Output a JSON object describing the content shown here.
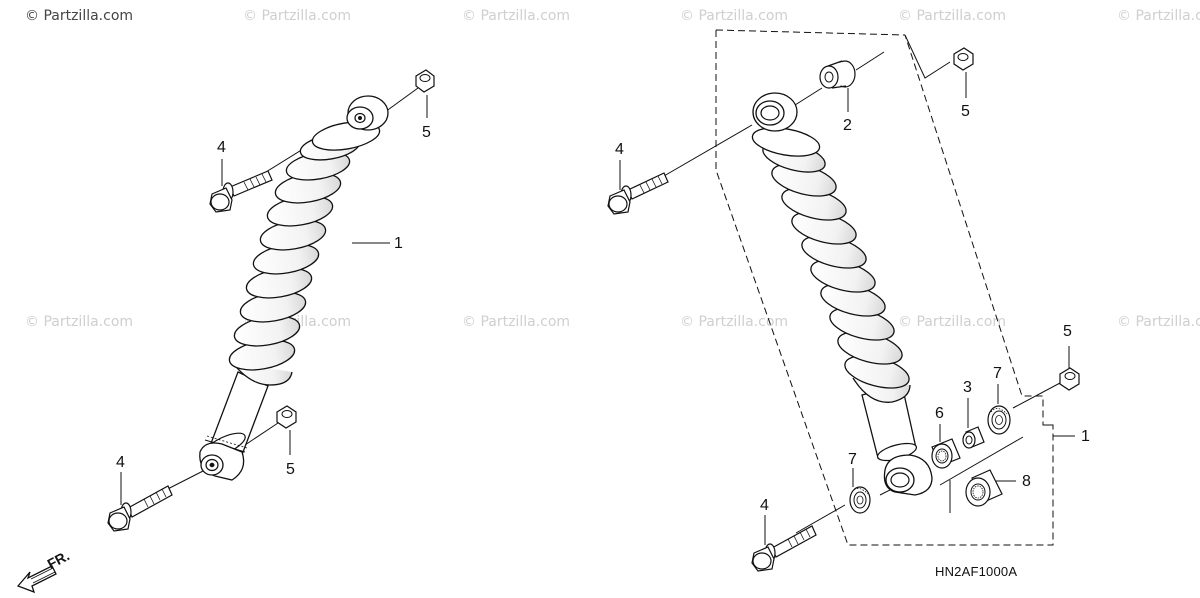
{
  "watermarks": [
    {
      "text": "© Partzilla.com",
      "strong": true
    },
    {
      "text": "© Partzilla.com",
      "strong": false
    },
    {
      "text": "© Partzilla.com",
      "strong": false
    },
    {
      "text": "© Partzilla.com",
      "strong": false
    },
    {
      "text": "© Partzilla.com",
      "strong": false
    },
    {
      "text": "© Partzilla.com",
      "strong": false
    },
    {
      "text": "© Partzilla.com",
      "strong": false
    },
    {
      "text": "© Partzilla.com",
      "strong": false
    },
    {
      "text": "© Partzilla.com",
      "strong": false
    },
    {
      "text": "© Partzilla.com",
      "strong": false
    },
    {
      "text": "© Partzilla.com",
      "strong": false
    },
    {
      "text": "© Partzilla.com",
      "strong": false
    }
  ],
  "left_assembly": {
    "callouts": [
      "1",
      "4",
      "5",
      "4",
      "5"
    ]
  },
  "right_assembly": {
    "callouts": [
      "2",
      "5",
      "4",
      "5",
      "3",
      "7",
      "6",
      "1",
      "7",
      "8",
      "4"
    ]
  },
  "diagram_code": "HN2AF1000A",
  "front_marker": "FR."
}
